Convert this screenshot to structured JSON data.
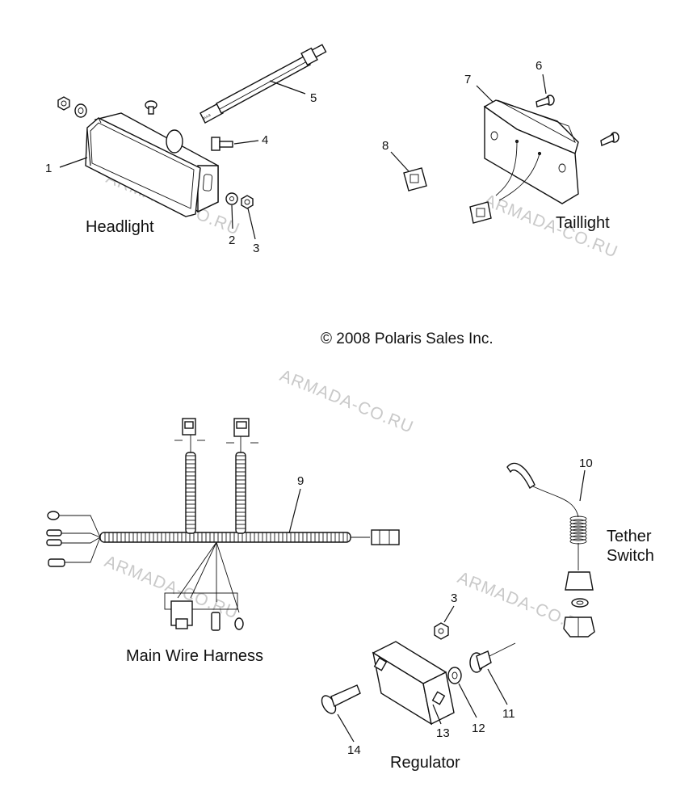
{
  "groups": {
    "headlight": "Headlight",
    "taillight": "Taillight",
    "main_wire_harness": "Main Wire Harness",
    "tether_switch_line1": "Tether",
    "tether_switch_line2": "Switch",
    "regulator": "Regulator"
  },
  "copyright": "© 2008 Polaris Sales Inc.",
  "watermark": "ARMADA-CO.RU",
  "bulb_text": "BULB",
  "callouts": {
    "c1": "1",
    "c2": "2",
    "c3_head": "3",
    "c4": "4",
    "c5": "5",
    "c6": "6",
    "c7": "7",
    "c8": "8",
    "c9": "9",
    "c10": "10",
    "c3_reg": "3",
    "c11": "11",
    "c12": "12",
    "c13": "13",
    "c14": "14"
  }
}
